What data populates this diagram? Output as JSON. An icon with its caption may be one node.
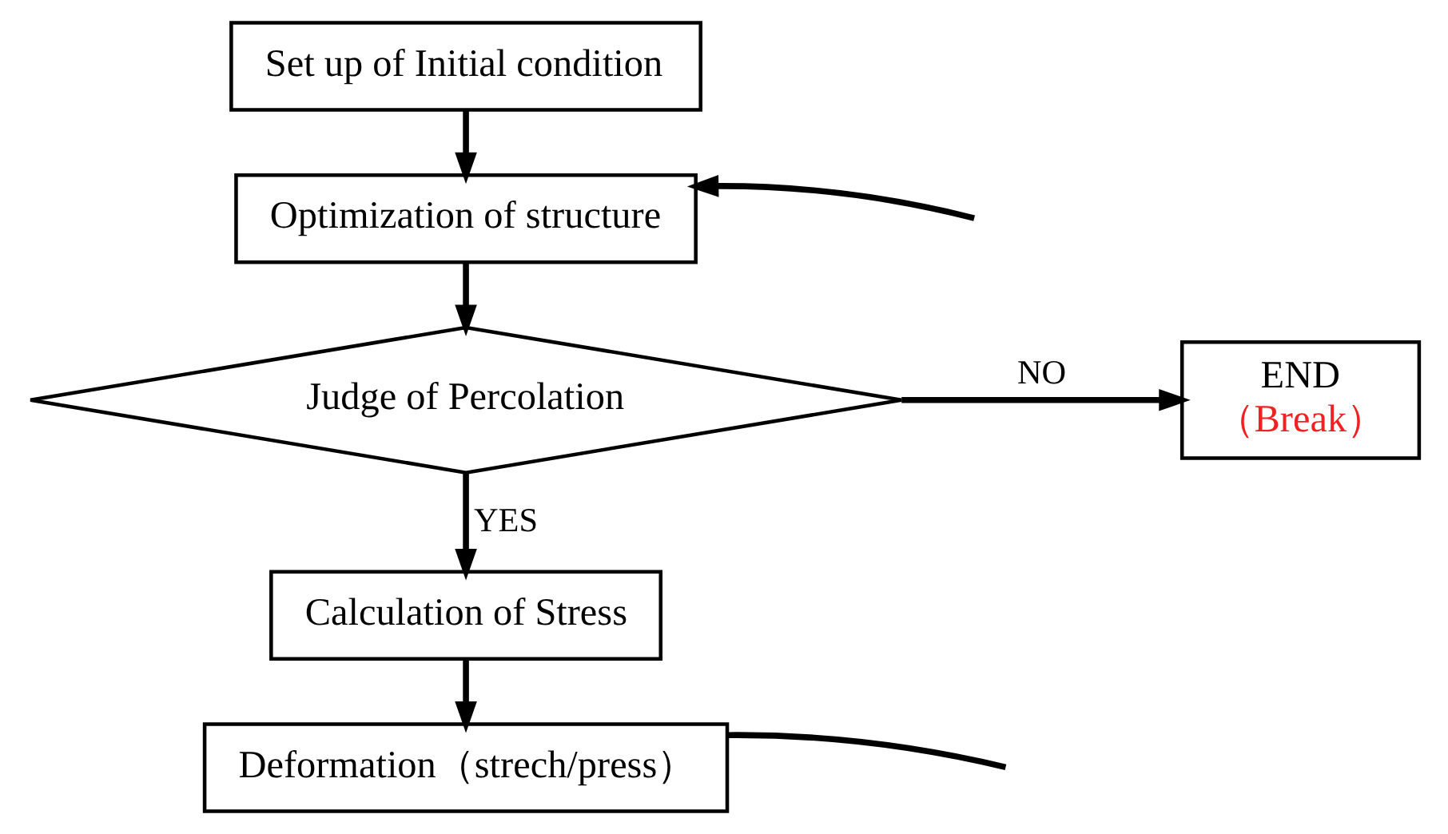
{
  "diagram": {
    "nodes": [
      {
        "text": [
          "Set up of Initial condition"
        ]
      },
      {
        "text": [
          "Optimization of structure"
        ]
      },
      {
        "text": [
          "Judge of Percolation"
        ]
      },
      {
        "text": [
          "END",
          "（Break）"
        ]
      },
      {
        "text": [
          "Calculation of Stress"
        ]
      },
      {
        "text": [
          "Deformation（strech/press）"
        ]
      }
    ],
    "edges": [
      {
        "from": 0,
        "to": 1,
        "arrow": "to"
      },
      {
        "from": 1,
        "to": 2,
        "arrow": "to"
      },
      {
        "from": 2,
        "to": 3,
        "arrow": "to",
        "label": "NO"
      },
      {
        "from": 2,
        "to": 4,
        "arrow": "to",
        "label": "YES"
      },
      {
        "from": 4,
        "to": 5,
        "arrow": "to"
      },
      {
        "from": 5,
        "to": null,
        "arrow": "none"
      },
      {
        "from": null,
        "to": 1,
        "arrow": "to"
      }
    ]
  }
}
